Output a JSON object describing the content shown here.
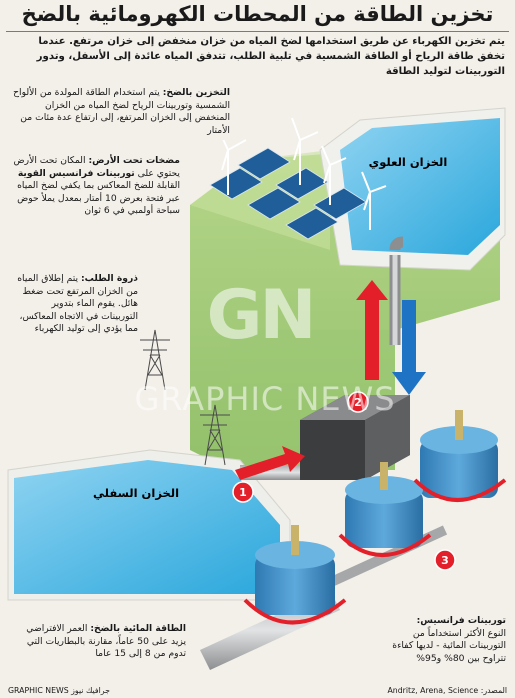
{
  "title": "تخزين الطاقة من المحطات الكهرومائية بالضخ",
  "intro": "يتم تخزين الكهرباء عن طريق استخدامها لضخ المياه من خزان منخفض إلى خزان مرتفع. عندما تخفق طاقة الرياح أو الطاقة الشمسية في تلبية الطلب، تتدفق المياه عائدة إلى الأسفل، وتدور التوربينات لتوليد الطاقة",
  "panels": {
    "storage": {
      "heading": "التخزين بالضخ:",
      "body": " يتم استخدام الطاقة المولدة من الألواح الشمسية وتوربينات الرياح لضخ المياه من الخزان المنخفض إلى الخزان المرتفع، إلى ارتفاع عدة مئات من الأمتار"
    },
    "underground": {
      "heading": "مضخات تحت الأرض:",
      "body1": " المكان تحت الأرض يحتوي على ",
      "bold": "توربينات فرانسيس القوية",
      "body2": " القابلة للضخ المعاكس بما يكفي لضخ المياه عبر فتحة بعرض 10 أمتار بمعدل يملأ حوض سباحة أولمبي في 6 ثوان"
    },
    "peak": {
      "heading": "ذروة الطلب:",
      "body": " يتم إطلاق المياه من الخزان المرتفع تحت ضغط هائل. يقوم الماء بتدوير التوربينات في الاتجاه المعاكس، مما يؤدي إلى توليد الكهرباء"
    },
    "lifespan": {
      "heading": "الطاقة المائية بالضخ:",
      "body": " العمر الافتراضي يزيد على 50 عاماً، مقارنة بالبطاريات التي تدوم من 8 إلى 15 عاما"
    },
    "francis": {
      "heading": "توربينات فرانسيس:",
      "body": "النوع الأكثر استخداماً من التوربينات المائية - لديها كفاءة تتراوح بين 80% و95%"
    }
  },
  "labels": {
    "upper_reservoir": "الخزان العلوي",
    "lower_reservoir": "الخزان السفلي",
    "step1": "1",
    "step2": "2",
    "step3": "3"
  },
  "watermark": {
    "logo": "GN",
    "text": "GRAPHIC NEWS"
  },
  "source": "المصدر: Andritz, Arena, Science",
  "credit": "جرافيك نيوز GRAPHIC NEWS",
  "colors": {
    "water": "#2aa7dc",
    "grass": "#a9cf7a",
    "arrow_red": "#e3202a",
    "arrow_blue": "#1e73c4",
    "turbine": "#3d8fc9",
    "step_badge": "#e3202a"
  }
}
